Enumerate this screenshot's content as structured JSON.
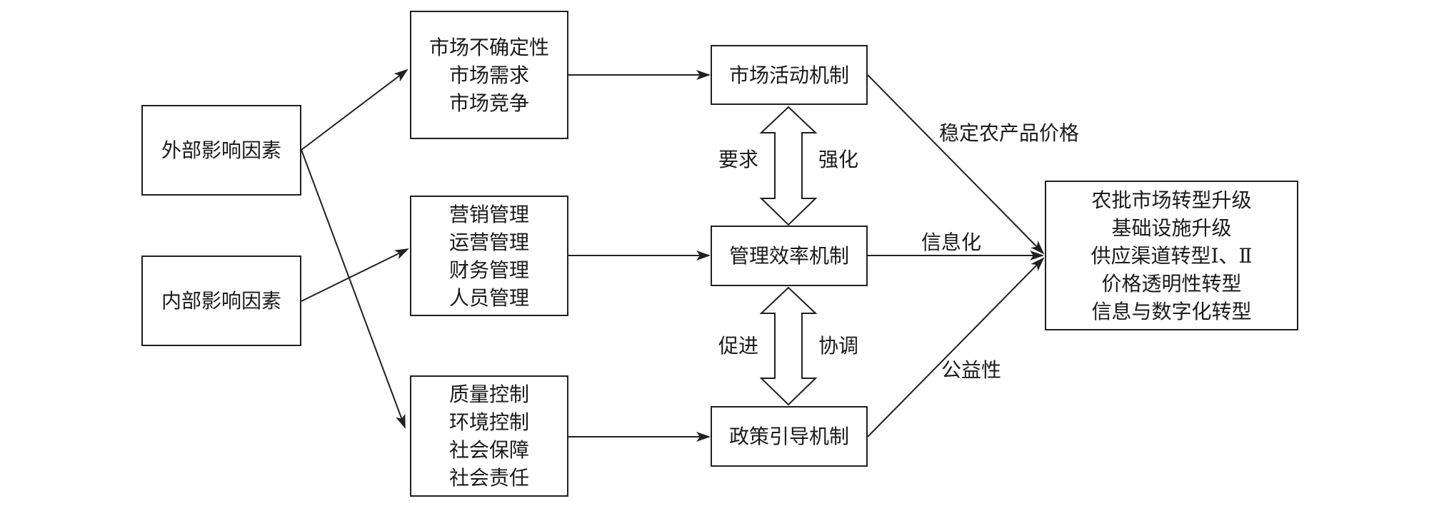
{
  "factors": {
    "external": "外部影响因素",
    "internal": "内部影响因素"
  },
  "groups": {
    "market": [
      "市场不确定性",
      "市场需求",
      "市场竞争"
    ],
    "management": [
      "营销管理",
      "运营管理",
      "财务管理",
      "人员管理"
    ],
    "policy": [
      "质量控制",
      "环境控制",
      "社会保障",
      "社会责任"
    ]
  },
  "mechanisms": {
    "market": "市场活动机制",
    "management": "管理效率机制",
    "policy": "政策引导机制"
  },
  "outcome": [
    "农批市场转型升级",
    "基础设施升级",
    "供应渠道转型Ⅰ、Ⅱ",
    "价格透明性转型",
    "信息与数字化转型"
  ],
  "relations": {
    "require": "要求",
    "strengthen": "强化",
    "promote": "促进",
    "coordinate": "协调"
  },
  "effects": {
    "stabilize_price": "稳定农产品价格",
    "informatization": "信息化",
    "public_welfare": "公益性"
  }
}
